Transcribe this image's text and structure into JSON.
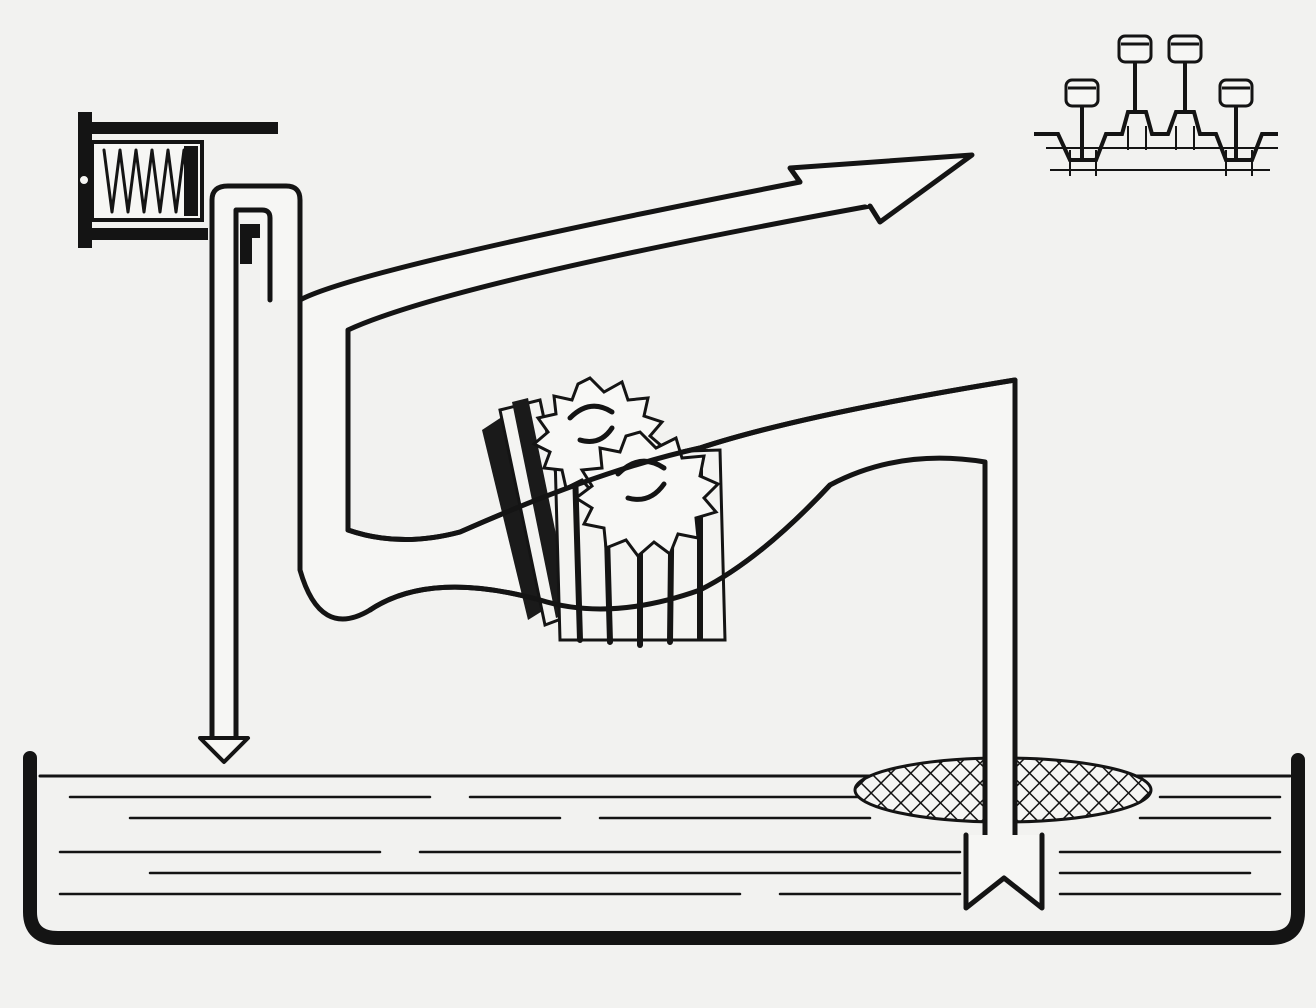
{
  "diagram": {
    "subject": "lubrication-system",
    "colors": {
      "paper": "#f2f2f0",
      "ink": "#141414",
      "tube_fill": "#f7f7f5"
    },
    "components": [
      {
        "name": "pressure-relief-valve",
        "icon": "spring-valve-icon"
      },
      {
        "name": "gear-pump",
        "icon": "gear-pair-icon"
      },
      {
        "name": "strainer",
        "icon": "mesh-screen-icon"
      },
      {
        "name": "oil-sump",
        "icon": "sump-pan-icon"
      },
      {
        "name": "engine-bearings",
        "icon": "crankshaft-pistons-icon"
      }
    ],
    "flows": [
      {
        "name": "suction-flow",
        "icon": "arrow-up-icon"
      },
      {
        "name": "delivery-flow",
        "icon": "arrow-right-icon"
      },
      {
        "name": "relief-return-flow",
        "icon": "arrow-down-icon"
      }
    ]
  }
}
